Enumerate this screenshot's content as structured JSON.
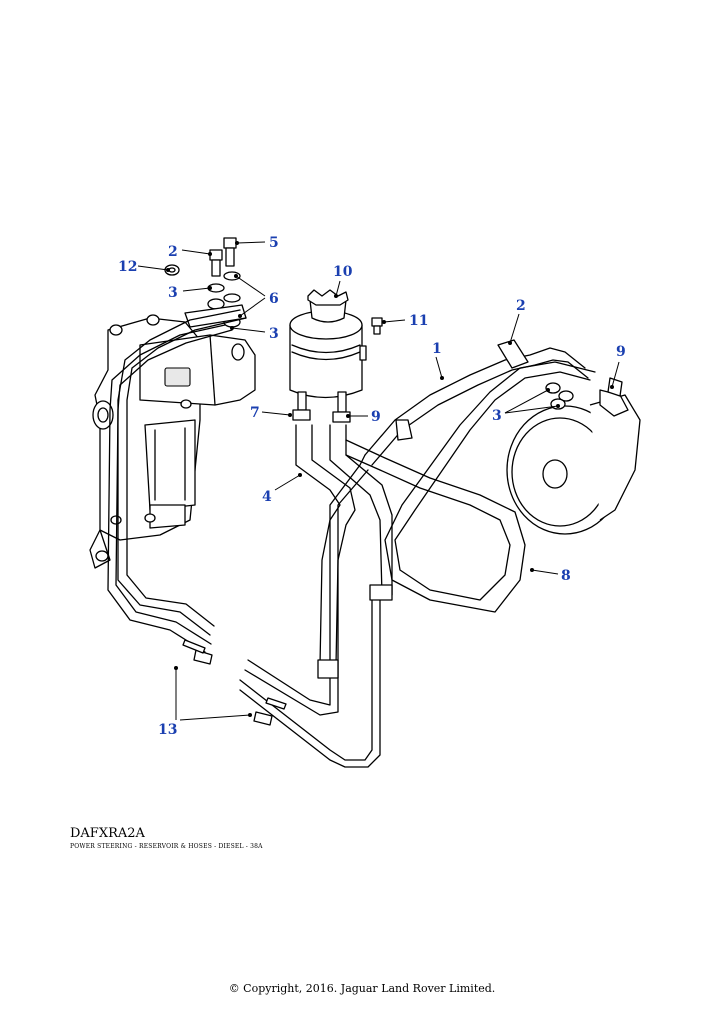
{
  "diagram": {
    "code": "DAFXRA2A",
    "caption": "POWER STEERING - RESERVOIR & HOSES - DIESEL - 38A",
    "copyright": "© Copyright, 2016. Jaguar Land Rover Limited.",
    "callout_color": "#1a3fb0",
    "callouts": [
      {
        "id": "c5",
        "label": "5"
      },
      {
        "id": "c2a",
        "label": "2"
      },
      {
        "id": "c12",
        "label": "12"
      },
      {
        "id": "c3a",
        "label": "3"
      },
      {
        "id": "c6",
        "label": "6"
      },
      {
        "id": "c3b",
        "label": "3"
      },
      {
        "id": "c10",
        "label": "10"
      },
      {
        "id": "c11",
        "label": "11"
      },
      {
        "id": "c2b",
        "label": "2"
      },
      {
        "id": "c1",
        "label": "1"
      },
      {
        "id": "c9a",
        "label": "9"
      },
      {
        "id": "c7",
        "label": "7"
      },
      {
        "id": "c9b",
        "label": "9"
      },
      {
        "id": "c3c",
        "label": "3"
      },
      {
        "id": "c4",
        "label": "4"
      },
      {
        "id": "c8",
        "label": "8"
      },
      {
        "id": "c13",
        "label": "13"
      }
    ]
  }
}
